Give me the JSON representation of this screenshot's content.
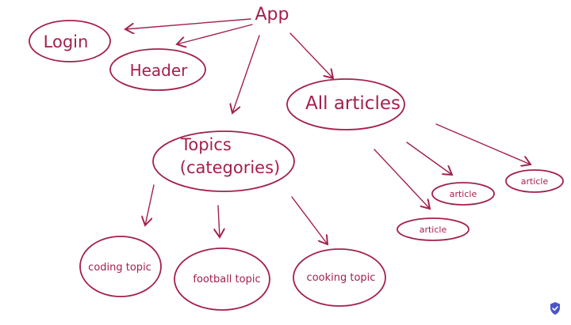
{
  "diagram": {
    "nodes": {
      "app": "App",
      "login": "Login",
      "header": "Header",
      "all_articles": "All articles",
      "topics_line1": "Topics",
      "topics_line2": "(categories)",
      "coding_topic": "coding topic",
      "football_topic": "football topic",
      "cooking_topic": "cooking topic",
      "article_1": "article",
      "article_2": "article",
      "article_3": "article"
    }
  },
  "colors": {
    "ink": "#a3204e",
    "badge": "#4a56c9"
  },
  "icons": {
    "badge": "shield-check-icon"
  }
}
